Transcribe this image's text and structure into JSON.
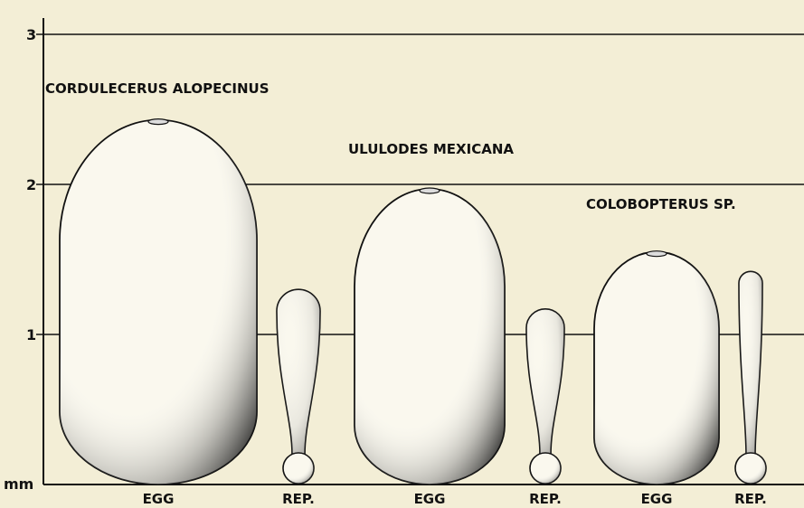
{
  "scale": {
    "unit": "mm",
    "ticks": [
      {
        "label": "1",
        "value": 1
      },
      {
        "label": "2",
        "value": 2
      },
      {
        "label": "3",
        "value": 3
      }
    ]
  },
  "species": [
    {
      "name": "CORDULECERUS ALOPECINUS",
      "egg": {
        "label": "EGG",
        "length_mm": 2.43
      },
      "rep": {
        "label": "REP.",
        "length_mm": 1.3
      }
    },
    {
      "name": "ULULODES MEXICANA",
      "egg": {
        "label": "EGG",
        "length_mm": 1.97
      },
      "rep": {
        "label": "REP.",
        "length_mm": 1.17
      }
    },
    {
      "name": "COLOBOPTERUS SP.",
      "egg": {
        "label": "EGG",
        "length_mm": 1.55
      },
      "rep": {
        "label": "REP.",
        "length_mm": 1.42
      }
    }
  ]
}
